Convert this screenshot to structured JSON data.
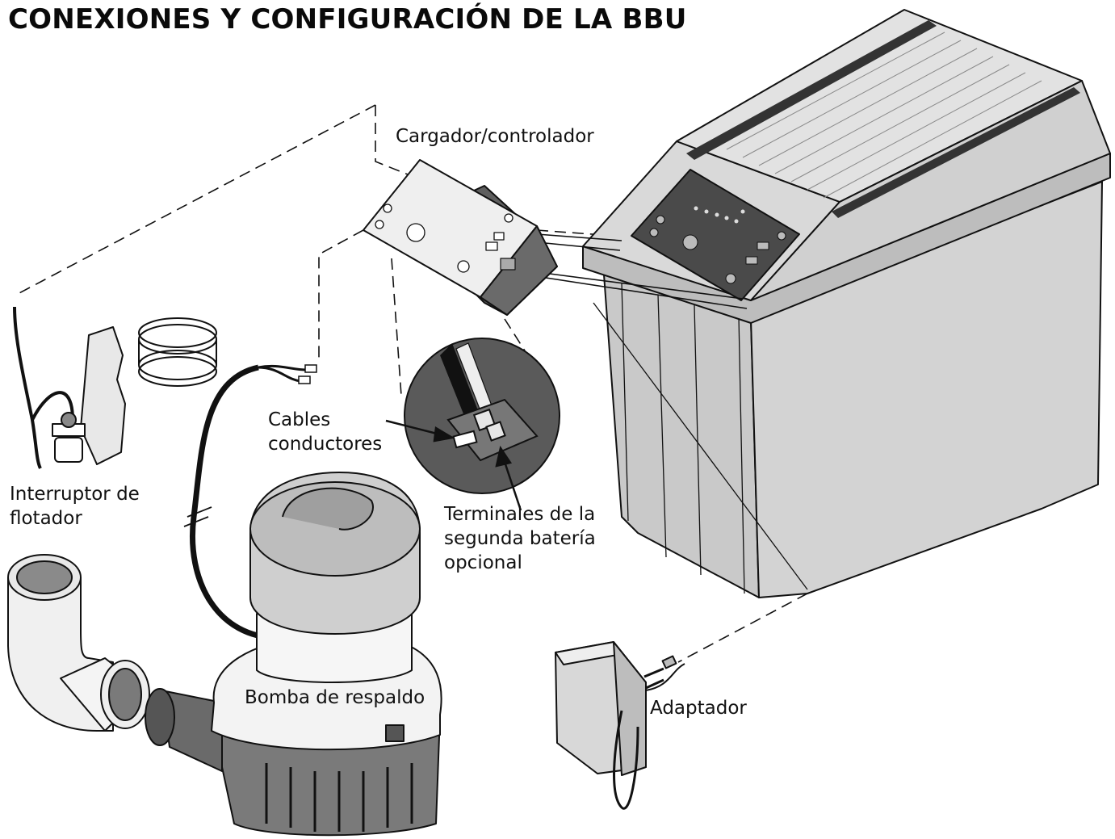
{
  "title": "CONEXIONES Y CONFIGURACIÓN DE LA BBU",
  "labels": {
    "charger": "Cargador/controlador",
    "lead_wires": [
      "Cables",
      "conductores"
    ],
    "float_switch": [
      "Interruptor de",
      "flotador"
    ],
    "terminals": [
      "Terminales de la",
      "segunda batería",
      "opcional"
    ],
    "backup_pump": "Bomba de respaldo",
    "adapter": "Adaptador"
  },
  "colors": {
    "outline": "#111111",
    "housing": "#d6d6d6",
    "housing_dark": "#bdbdbd",
    "panel": "#4a4a4a",
    "pump_body": "#f1f1f1",
    "pump_base": "#7a7a7a"
  }
}
